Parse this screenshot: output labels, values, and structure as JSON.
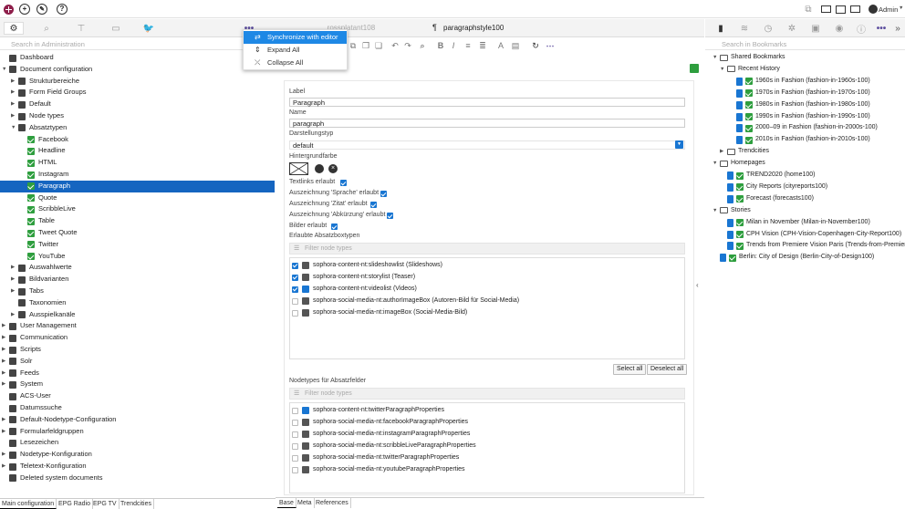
{
  "topbar": {
    "user_label": "Admin"
  },
  "left": {
    "search_placeholder": "Search in Administration",
    "tree": [
      {
        "label": "Dashboard",
        "level": 0,
        "exp": "",
        "icon": "dark"
      },
      {
        "label": "Document configuration",
        "level": 0,
        "exp": "open",
        "icon": "dark"
      },
      {
        "label": "Strukturbereiche",
        "level": 1,
        "exp": "closed",
        "icon": "dark"
      },
      {
        "label": "Form Field Groups",
        "level": 1,
        "exp": "closed",
        "icon": "dark"
      },
      {
        "label": "Default",
        "level": 1,
        "exp": "closed",
        "icon": "dark"
      },
      {
        "label": "Node types",
        "level": 1,
        "exp": "closed",
        "icon": "dark"
      },
      {
        "label": "Absatztypen",
        "level": 1,
        "exp": "open",
        "icon": "dark"
      },
      {
        "label": "Facebook",
        "level": 2,
        "exp": "",
        "icon": "grn"
      },
      {
        "label": "Headline",
        "level": 2,
        "exp": "",
        "icon": "grn"
      },
      {
        "label": "HTML",
        "level": 2,
        "exp": "",
        "icon": "grn"
      },
      {
        "label": "Instagram",
        "level": 2,
        "exp": "",
        "icon": "grn"
      },
      {
        "label": "Paragraph",
        "level": 2,
        "exp": "",
        "icon": "grn",
        "selected": true
      },
      {
        "label": "Quote",
        "level": 2,
        "exp": "",
        "icon": "grn"
      },
      {
        "label": "ScribbleLive",
        "level": 2,
        "exp": "",
        "icon": "grn"
      },
      {
        "label": "Table",
        "level": 2,
        "exp": "",
        "icon": "grn"
      },
      {
        "label": "Tweet Quote",
        "level": 2,
        "exp": "",
        "icon": "grn"
      },
      {
        "label": "Twitter",
        "level": 2,
        "exp": "",
        "icon": "grn"
      },
      {
        "label": "YouTube",
        "level": 2,
        "exp": "",
        "icon": "grn"
      },
      {
        "label": "Auswahlwerte",
        "level": 1,
        "exp": "closed",
        "icon": "dark"
      },
      {
        "label": "Bildvarianten",
        "level": 1,
        "exp": "closed",
        "icon": "dark"
      },
      {
        "label": "Tabs",
        "level": 1,
        "exp": "closed",
        "icon": "dark"
      },
      {
        "label": "Taxonomien",
        "level": 1,
        "exp": "",
        "icon": "dark"
      },
      {
        "label": "Ausspielkanäle",
        "level": 1,
        "exp": "closed",
        "icon": "dark"
      },
      {
        "label": "User Management",
        "level": 0,
        "exp": "closed",
        "icon": "dark"
      },
      {
        "label": "Communication",
        "level": 0,
        "exp": "closed",
        "icon": "dark"
      },
      {
        "label": "Scripts",
        "level": 0,
        "exp": "closed",
        "icon": "dark"
      },
      {
        "label": "Solr",
        "level": 0,
        "exp": "closed",
        "icon": "dark"
      },
      {
        "label": "Feeds",
        "level": 0,
        "exp": "closed",
        "icon": "dark"
      },
      {
        "label": "System",
        "level": 0,
        "exp": "closed",
        "icon": "dark"
      },
      {
        "label": "ACS-User",
        "level": 0,
        "exp": "",
        "icon": "dark"
      },
      {
        "label": "Datumssuche",
        "level": 0,
        "exp": "",
        "icon": "dark"
      },
      {
        "label": "Default-Nodetype-Configuration",
        "level": 0,
        "exp": "closed",
        "icon": "dark"
      },
      {
        "label": "Formularfeldgruppen",
        "level": 0,
        "exp": "closed",
        "icon": "dark"
      },
      {
        "label": "Lesezeichen",
        "level": 0,
        "exp": "",
        "icon": "dark"
      },
      {
        "label": "Nodetype-Konfiguration",
        "level": 0,
        "exp": "closed",
        "icon": "dark"
      },
      {
        "label": "Teletext-Konfiguration",
        "level": 0,
        "exp": "closed",
        "icon": "dark"
      },
      {
        "label": "Deleted system documents",
        "level": 0,
        "exp": "",
        "icon": "dark"
      }
    ],
    "bottom_tabs": [
      "Main configuration",
      "EPG Radio",
      "EPG TV",
      "Trendcities"
    ]
  },
  "center": {
    "tabs": [
      "paragraphstyle100"
    ],
    "tab_inactive": "...rossplatant108",
    "form": {
      "label_label": "Label",
      "label_value": "Paragraph",
      "name_label": "Name",
      "name_value": "paragraph",
      "display_label": "Darstellungstyp",
      "display_value": "default",
      "bgcolor_label": "Hintergrundfarbe",
      "opt1": "Textlinks erlaubt",
      "opt2": "Auszeichnung 'Sprache' erlaubt",
      "opt3": "Auszeichnung 'Zitat' erlaubt",
      "opt4": "Auszeichnung 'Abkürzung' erlaubt",
      "opt5": "Bilder erlaubt",
      "boxtypes_label": "Erlaubte Absatzboxtypen",
      "filter_placeholder": "Filter node types",
      "boxtypes": [
        {
          "label": "sophora-content-nt:slideshowlist (Slideshows)",
          "checked": true
        },
        {
          "label": "sophora-content-nt:storylist (Teaser)",
          "checked": true
        },
        {
          "label": "sophora-content-nt:videolist (Videos)",
          "checked": true
        },
        {
          "label": "sophora-social-media-nt:authorImageBox (Autoren-Bild für Social-Media)",
          "checked": false
        },
        {
          "label": "sophora-social-media-nt:imageBox (Social-Media-Bild)",
          "checked": false
        }
      ],
      "select_all": "Select all",
      "deselect_all": "Deselect all",
      "nodetypes_label": "Nodetypes für Absatzfelder",
      "nodetypes": [
        "sophora-content-nt:twitterParagraphProperties",
        "sophora-social-media-nt:facebookParagraphProperties",
        "sophora-social-media-nt:instagramParagraphProperties",
        "sophora-social-media-nt:scribbleLiveParagraphProperties",
        "sophora-social-media-nt:twitterParagraphProperties",
        "sophora-social-media-nt:youtubeParagraphProperties"
      ]
    },
    "bottom_tabs": [
      "Base",
      "Meta",
      "References"
    ]
  },
  "menu": {
    "items": [
      "Synchronize with editor",
      "Expand All",
      "Collapse All"
    ]
  },
  "right": {
    "search_placeholder": "Search in Bookmarks",
    "tree": [
      {
        "label": "Shared Bookmarks",
        "x": 8,
        "kind": "fold",
        "exp": "open"
      },
      {
        "label": "Recent History",
        "x": 16,
        "kind": "fold",
        "exp": "open"
      },
      {
        "label": "1960s in Fashion  (fashion-in-1960s-100)",
        "x": 26,
        "kind": "doc"
      },
      {
        "label": "1970s in Fashion  (fashion-in-1970s-100)",
        "x": 26,
        "kind": "doc"
      },
      {
        "label": "1980s in Fashion  (fashion-in-1980s-100)",
        "x": 26,
        "kind": "doc"
      },
      {
        "label": "1990s in Fashion  (fashion-in-1990s-100)",
        "x": 26,
        "kind": "doc"
      },
      {
        "label": "2000–09 in Fashion  (fashion-in-2000s-100)",
        "x": 26,
        "kind": "doc"
      },
      {
        "label": "2010s in Fashion  (fashion-in-2010s-100)",
        "x": 26,
        "kind": "doc"
      },
      {
        "label": "Trendcities",
        "x": 16,
        "kind": "fold",
        "exp": "closed"
      },
      {
        "label": "Homepages",
        "x": 8,
        "kind": "fold",
        "exp": "open"
      },
      {
        "label": "TREND2020  (home100)",
        "x": 16,
        "kind": "doc"
      },
      {
        "label": "City Reports  (cityreports100)",
        "x": 16,
        "kind": "doc"
      },
      {
        "label": "Forecast  (forecasts100)",
        "x": 16,
        "kind": "doc"
      },
      {
        "label": "Stories",
        "x": 8,
        "kind": "fold",
        "exp": "open"
      },
      {
        "label": "Milan in November  (Milan-in-November100)",
        "x": 16,
        "kind": "doc"
      },
      {
        "label": "CPH Vision  (CPH-Vision-Copenhagen-City-Report100)",
        "x": 16,
        "kind": "doc"
      },
      {
        "label": "Trends from Premiere Vision Paris  (Trends-from-Premiere",
        "x": 16,
        "kind": "doc"
      },
      {
        "label": "Berlin: City of Design  (Berlin-City-of-Design100)",
        "x": 8,
        "kind": "doc"
      }
    ]
  }
}
